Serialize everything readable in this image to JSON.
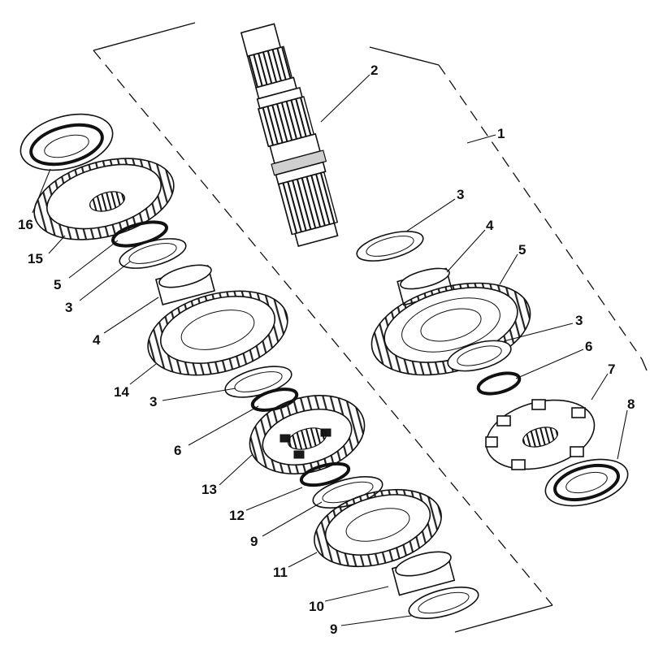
{
  "diagram": {
    "labels": {
      "l1": "1",
      "l2": "2",
      "l3a": "3",
      "l3b": "3",
      "l3c": "3",
      "l3d": "3",
      "l4a": "4",
      "l4b": "4",
      "l5a": "5",
      "l5b": "5",
      "l6a": "6",
      "l6b": "6",
      "l7": "7",
      "l8": "8",
      "l9a": "9",
      "l9b": "9",
      "l10": "10",
      "l11": "11",
      "l12": "12",
      "l13": "13",
      "l14": "14",
      "l15": "15",
      "l16": "16"
    }
  }
}
